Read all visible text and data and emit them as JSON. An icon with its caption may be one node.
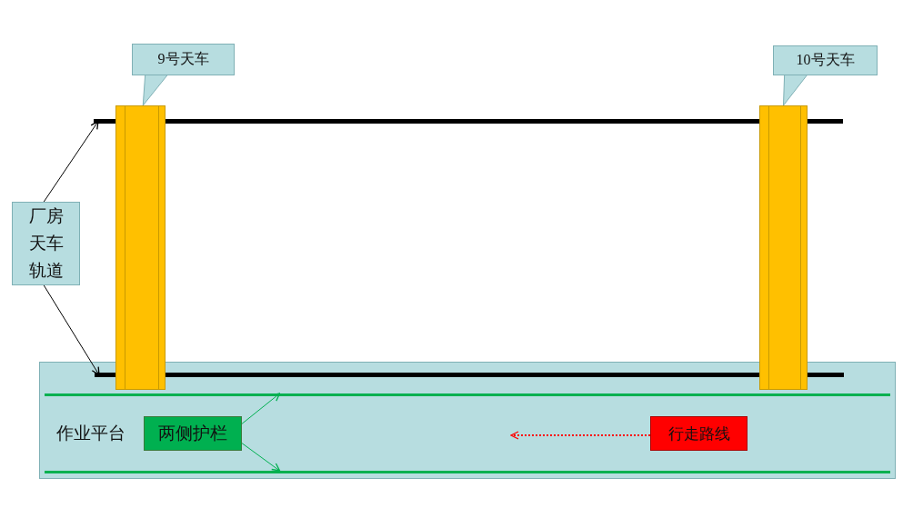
{
  "diagram": {
    "nodes": [
      {
        "text": [
          "9号天车"
        ]
      },
      {
        "text": [
          "10号天车"
        ]
      },
      {
        "text": [],
        "shape": "bar"
      },
      {
        "text": [],
        "shape": "bar"
      },
      {
        "text": [],
        "shape": "bar"
      },
      {
        "text": [
          "厂房天车轨道"
        ]
      },
      {
        "text": [
          "作业平台"
        ]
      },
      {
        "text": [],
        "shape": "bar",
        "in": 6
      },
      {
        "text": [],
        "shape": "bar",
        "in": 6
      },
      {
        "text": [
          "两侧护栏"
        ],
        "in": 6
      },
      {
        "text": [
          "行走路线"
        ],
        "in": 6
      },
      {
        "text": [],
        "shape": "bar",
        "in": 6
      }
    ],
    "edges": [
      {
        "from": 0,
        "to": 3,
        "arrow": "to"
      },
      {
        "from": 1,
        "to": 4,
        "arrow": "to"
      },
      {
        "from": 5,
        "to": 2,
        "arrow": "to"
      },
      {
        "from": 5,
        "to": 7,
        "arrow": "to"
      },
      {
        "from": 9,
        "to": 8,
        "arrow": "to",
        "color": "#00b050"
      },
      {
        "from": 9,
        "to": 11,
        "arrow": "to",
        "color": "#00b050"
      },
      {
        "from": 10,
        "to": null,
        "arrow": "to",
        "style": "dashed",
        "color": "#ff0000"
      }
    ]
  }
}
